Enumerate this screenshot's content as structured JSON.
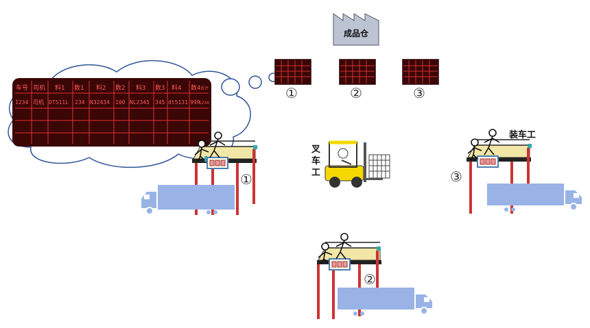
{
  "warehouse": {
    "label": "成品仓"
  },
  "boards": [
    {
      "number": "①"
    },
    {
      "number": "②"
    },
    {
      "number": "③"
    }
  ],
  "big_board": {
    "header": [
      "车号",
      "司机",
      "料1",
      "数1",
      "料2",
      "数2",
      "料3",
      "数3",
      "料4",
      "数4",
      "合计"
    ],
    "row1": [
      "1234",
      "司机",
      "DT511L",
      "234",
      "N32434",
      "100",
      "NL2345",
      "345",
      "dt5131",
      "999",
      "1234"
    ]
  },
  "docks": [
    {
      "number": "①"
    },
    {
      "number": "②"
    },
    {
      "number": "③"
    }
  ],
  "labels": {
    "forklift_driver": "叉车工",
    "loader": "装车工"
  },
  "colors": {
    "truck": "#99b3e6",
    "dock_post": "#cc3333",
    "dock_top": "#f2e6a6",
    "led": "#ff3b3b"
  }
}
